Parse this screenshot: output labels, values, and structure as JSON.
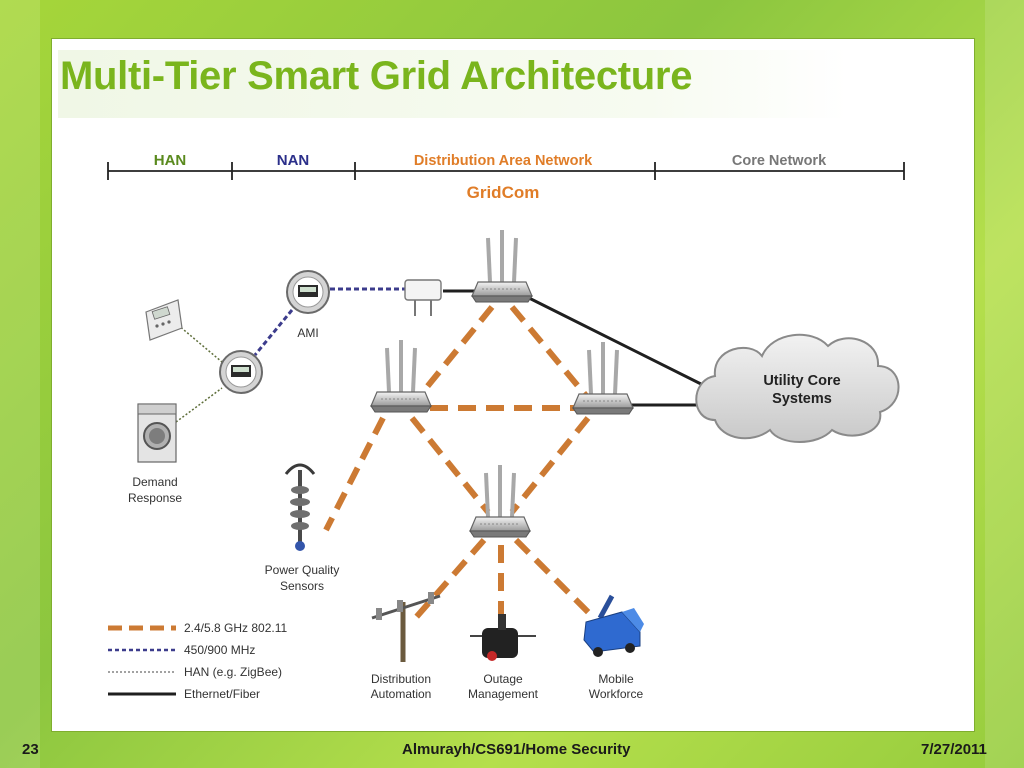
{
  "slide": {
    "title": "Multi-Tier Smart Grid Architecture",
    "page_number": "23",
    "footer_center": "Almurayh/CS691/Home Security",
    "date": "7/27/2011"
  },
  "diagram": {
    "tiers": {
      "han": "HAN",
      "nan": "NAN",
      "dan": "Distribution Area Network",
      "core": "Core Network"
    },
    "gridcom_label": "GridCom",
    "nodes": {
      "ami": "AMI",
      "demand_response": [
        "Demand",
        "Response"
      ],
      "power_quality": [
        "Power Quality",
        "Sensors"
      ],
      "distribution_automation": [
        "Distribution",
        "Automation"
      ],
      "outage_management": [
        "Outage",
        "Management"
      ],
      "mobile_workforce": [
        "Mobile",
        "Workforce"
      ],
      "utility_core": [
        "Utility Core",
        "Systems"
      ]
    },
    "legend": [
      "2.4/5.8 GHz 802.11",
      "450/900 MHz",
      "HAN (e.g. ZigBee)",
      "Ethernet/Fiber"
    ]
  },
  "colors": {
    "title_green": "#7ab51d",
    "han_green": "#5a8a1e",
    "nan_navy": "#2b2f8a",
    "dan_orange": "#e07d28",
    "core_gray": "#777777",
    "link_orange": "#cc7a33",
    "link_navy": "#3c3c8c"
  }
}
